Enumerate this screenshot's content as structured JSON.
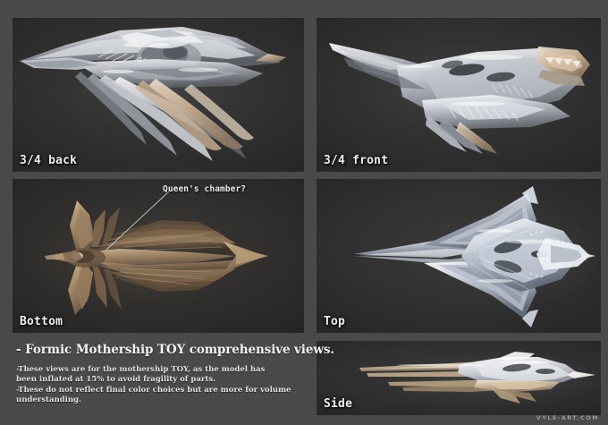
{
  "sheet": {
    "background_color": "#4a4a4a",
    "panel_background_color": "#343434",
    "watermark": "VYLE-ART.COM"
  },
  "panels": [
    {
      "id": "back",
      "label": "3/4 back",
      "view": "three-quarter-back",
      "subject": "Formic Mothership TOY",
      "palette": "silver-white with tan accents"
    },
    {
      "id": "front",
      "label": "3/4 front",
      "view": "three-quarter-front",
      "subject": "Formic Mothership TOY",
      "palette": "silver-white with tan accents"
    },
    {
      "id": "bottom",
      "label": "Bottom",
      "view": "bottom",
      "subject": "Formic Mothership TOY",
      "palette": "warm bronze brown"
    },
    {
      "id": "top",
      "label": "Top",
      "view": "top",
      "subject": "Formic Mothership TOY",
      "palette": "cool silver blue-white"
    },
    {
      "id": "side",
      "label": "Side",
      "view": "side",
      "subject": "Formic Mothership TOY",
      "palette": "tan and white"
    }
  ],
  "annotation": {
    "label": "Queen's chamber?",
    "target_panel": "bottom"
  },
  "caption": {
    "title": "- Formic Mothership TOY comprehensive views.",
    "lines": [
      "-These views are for the mothership TOY, as the model has",
      "been inflated at 15% to avoid fragility of parts.",
      "-These do not reflect final color choices but are more for volume",
      "understanding."
    ]
  }
}
